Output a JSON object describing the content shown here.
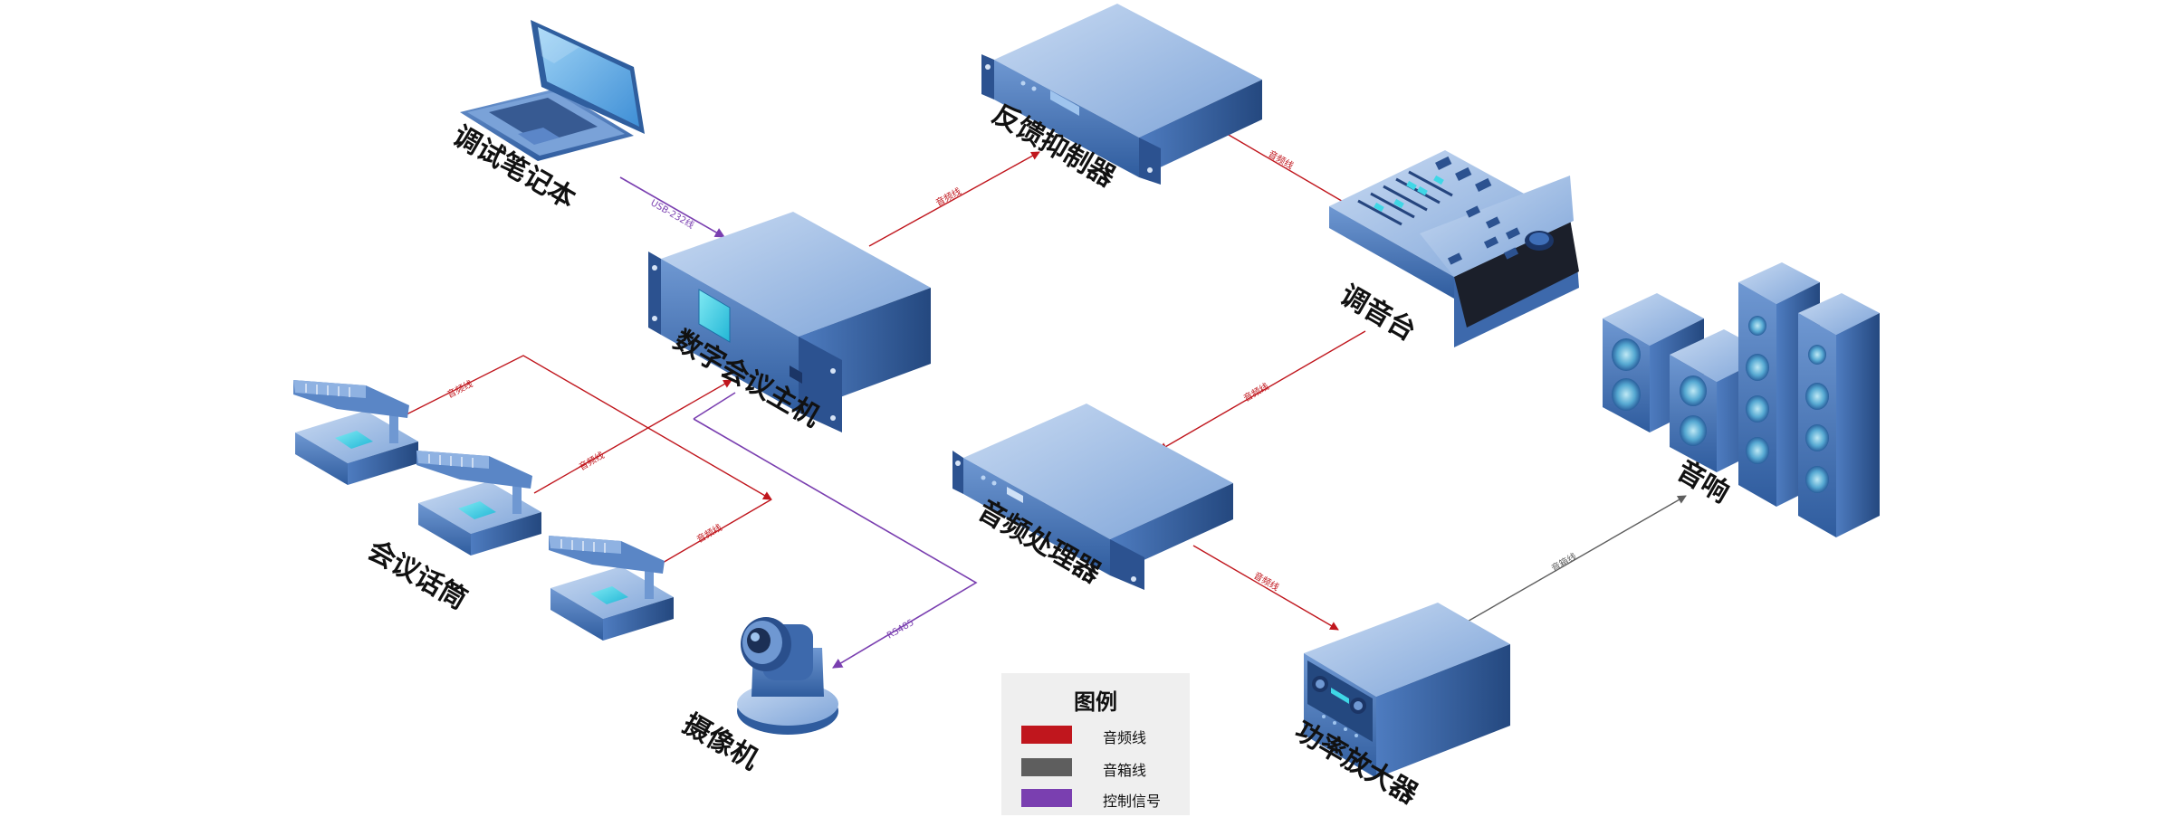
{
  "colors": {
    "audio_line": "#c0161d",
    "speaker_line": "#5e5e5e",
    "control_signal": "#7a3fb0",
    "device_blue": "#4f80c4",
    "screen_cyan": "#3fd7e6"
  },
  "devices": {
    "laptop": {
      "label": "调试笔记本",
      "icon": "laptop-icon"
    },
    "feedback_suppressor": {
      "label": "反馈抑制器",
      "icon": "rack-unit-icon"
    },
    "conference_host": {
      "label": "数字会议主机",
      "icon": "conference-host-icon"
    },
    "mixer": {
      "label": "调音台",
      "icon": "mixer-icon"
    },
    "speakers": {
      "label": "音响",
      "icon": "speaker-icon"
    },
    "audio_processor": {
      "label": "音频处理器",
      "icon": "rack-unit-icon"
    },
    "microphones": {
      "label": "会议话筒",
      "icon": "microphone-icon"
    },
    "camera": {
      "label": "摄像机",
      "icon": "ptz-camera-icon"
    },
    "amplifier": {
      "label": "功率放大器",
      "icon": "amplifier-icon"
    }
  },
  "connections": {
    "laptop_to_host": "USB-232线",
    "host_to_feedback": "音频线",
    "feedback_to_mixer": "音频线",
    "mixer_to_processor": "音频线",
    "processor_to_amplifier": "音频线",
    "amplifier_to_speakers": "音箱线",
    "mic1_to_host": "音频线",
    "mic2_to_host": "音频线",
    "mic3_to_host": "音频线",
    "host_to_camera": "RS485"
  },
  "legend": {
    "title": "图例",
    "items": [
      {
        "label": "音频线",
        "color": "#c0161d"
      },
      {
        "label": "音箱线",
        "color": "#5e5e5e"
      },
      {
        "label": "控制信号",
        "color": "#7a3fb0"
      }
    ]
  }
}
